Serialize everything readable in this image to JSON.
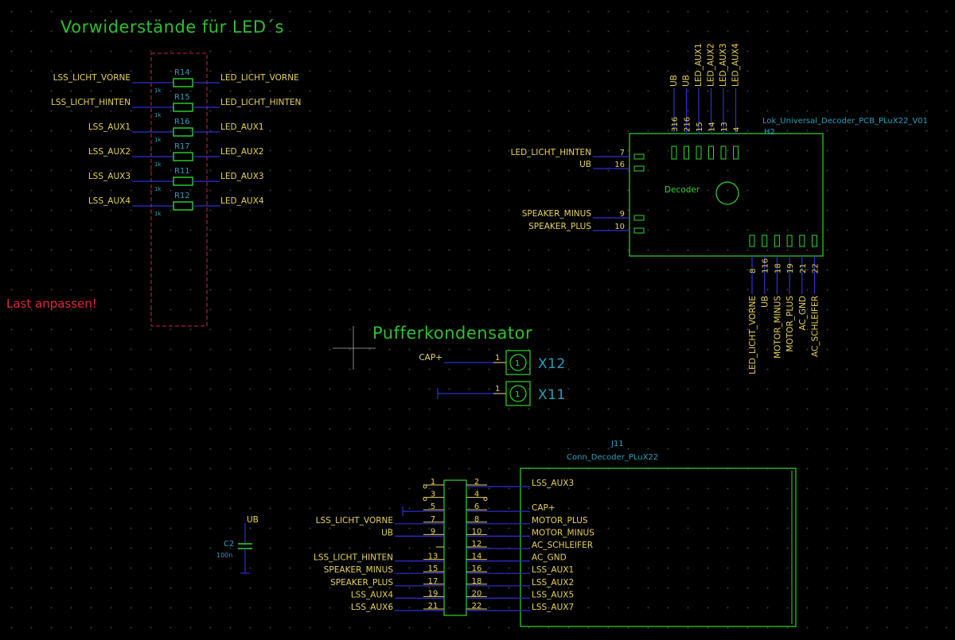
{
  "titles": {
    "resistors": "Vorwiderstände für LED´s",
    "capacitor": "Pufferkondensator",
    "warning": "Last anpassen!"
  },
  "resistors": [
    {
      "ref": "R14",
      "left": "LSS_LICHT_VORNE",
      "right": "LED_LICHT_VORNE",
      "value": "1k"
    },
    {
      "ref": "R15",
      "left": "LSS_LICHT_HINTEN",
      "right": "LED_LICHT_HINTEN",
      "value": "1k"
    },
    {
      "ref": "R16",
      "left": "LSS_AUX1",
      "right": "LED_AUX1",
      "value": "1k"
    },
    {
      "ref": "R17",
      "left": "LSS_AUX2",
      "right": "LED_AUX2",
      "value": "1k"
    },
    {
      "ref": "R11",
      "left": "LSS_AUX3",
      "right": "LED_AUX3",
      "value": "1k"
    },
    {
      "ref": "R12",
      "left": "LSS_AUX4",
      "right": "LED_AUX4",
      "value": "1k"
    }
  ],
  "decoder": {
    "value": "Lok_Universal_Decoder_PCB_PLuX22_V01",
    "ref": "H2",
    "label": "Decoder",
    "top_pins": [
      {
        "net": "UB",
        "pin": "316"
      },
      {
        "net": "UB",
        "pin": "216"
      },
      {
        "net": "LED_AUX1",
        "pin": "15"
      },
      {
        "net": "LED_AUX2",
        "pin": "14"
      },
      {
        "net": "LED_AUX3",
        "pin": "13"
      },
      {
        "net": "LED_AUX4",
        "pin": "4"
      }
    ],
    "left_pins": [
      {
        "net": "LED_LICHT_HINTEN",
        "pin": "7"
      },
      {
        "net": "UB",
        "pin": "16"
      },
      {
        "net": "SPEAKER_MINUS",
        "pin": "9"
      },
      {
        "net": "SPEAKER_PLUS",
        "pin": "10"
      }
    ],
    "bottom_pins": [
      {
        "net": "LED_LICHT_VORNE",
        "pin": "8"
      },
      {
        "net": "UB",
        "pin": "116"
      },
      {
        "net": "MOTOR_MINUS",
        "pin": "18"
      },
      {
        "net": "MOTOR_PLUS",
        "pin": "19"
      },
      {
        "net": "AC_GND",
        "pin": "21"
      },
      {
        "net": "AC_SCHLEIFER",
        "pin": "22"
      }
    ]
  },
  "pads": [
    {
      "ref": "X12",
      "pin": "1",
      "net": "CAP+"
    },
    {
      "ref": "X11",
      "pin": "1",
      "net": ""
    }
  ],
  "capacitor": {
    "ref": "C2",
    "value": "100n",
    "net": "UB"
  },
  "connector": {
    "ref": "J11",
    "value": "Conn_Decoder_PLuX22",
    "rows": [
      {
        "lp": "1",
        "ln": "",
        "rp": "2",
        "rn": "LSS_AUX3"
      },
      {
        "lp": "3",
        "ln": "",
        "rp": "4",
        "rn": ""
      },
      {
        "lp": "5",
        "ln": "",
        "rp": "6",
        "rn": "CAP+"
      },
      {
        "lp": "7",
        "ln": "LSS_LICHT_VORNE",
        "rp": "8",
        "rn": "MOTOR_PLUS"
      },
      {
        "lp": "9",
        "ln": "UB",
        "rp": "10",
        "rn": "MOTOR_MINUS"
      },
      {
        "lp": "",
        "ln": "",
        "rp": "12",
        "rn": "AC_SCHLEIFER"
      },
      {
        "lp": "13",
        "ln": "LSS_LICHT_HINTEN",
        "rp": "14",
        "rn": "AC_GND"
      },
      {
        "lp": "15",
        "ln": "SPEAKER_MINUS",
        "rp": "16",
        "rn": "LSS_AUX1"
      },
      {
        "lp": "17",
        "ln": "SPEAKER_PLUS",
        "rp": "18",
        "rn": "LSS_AUX2"
      },
      {
        "lp": "19",
        "ln": "LSS_AUX4",
        "rp": "20",
        "rn": "LSS_AUX5"
      },
      {
        "lp": "21",
        "ln": "LSS_AUX6",
        "rp": "22",
        "rn": "LSS_AUX7"
      }
    ]
  }
}
